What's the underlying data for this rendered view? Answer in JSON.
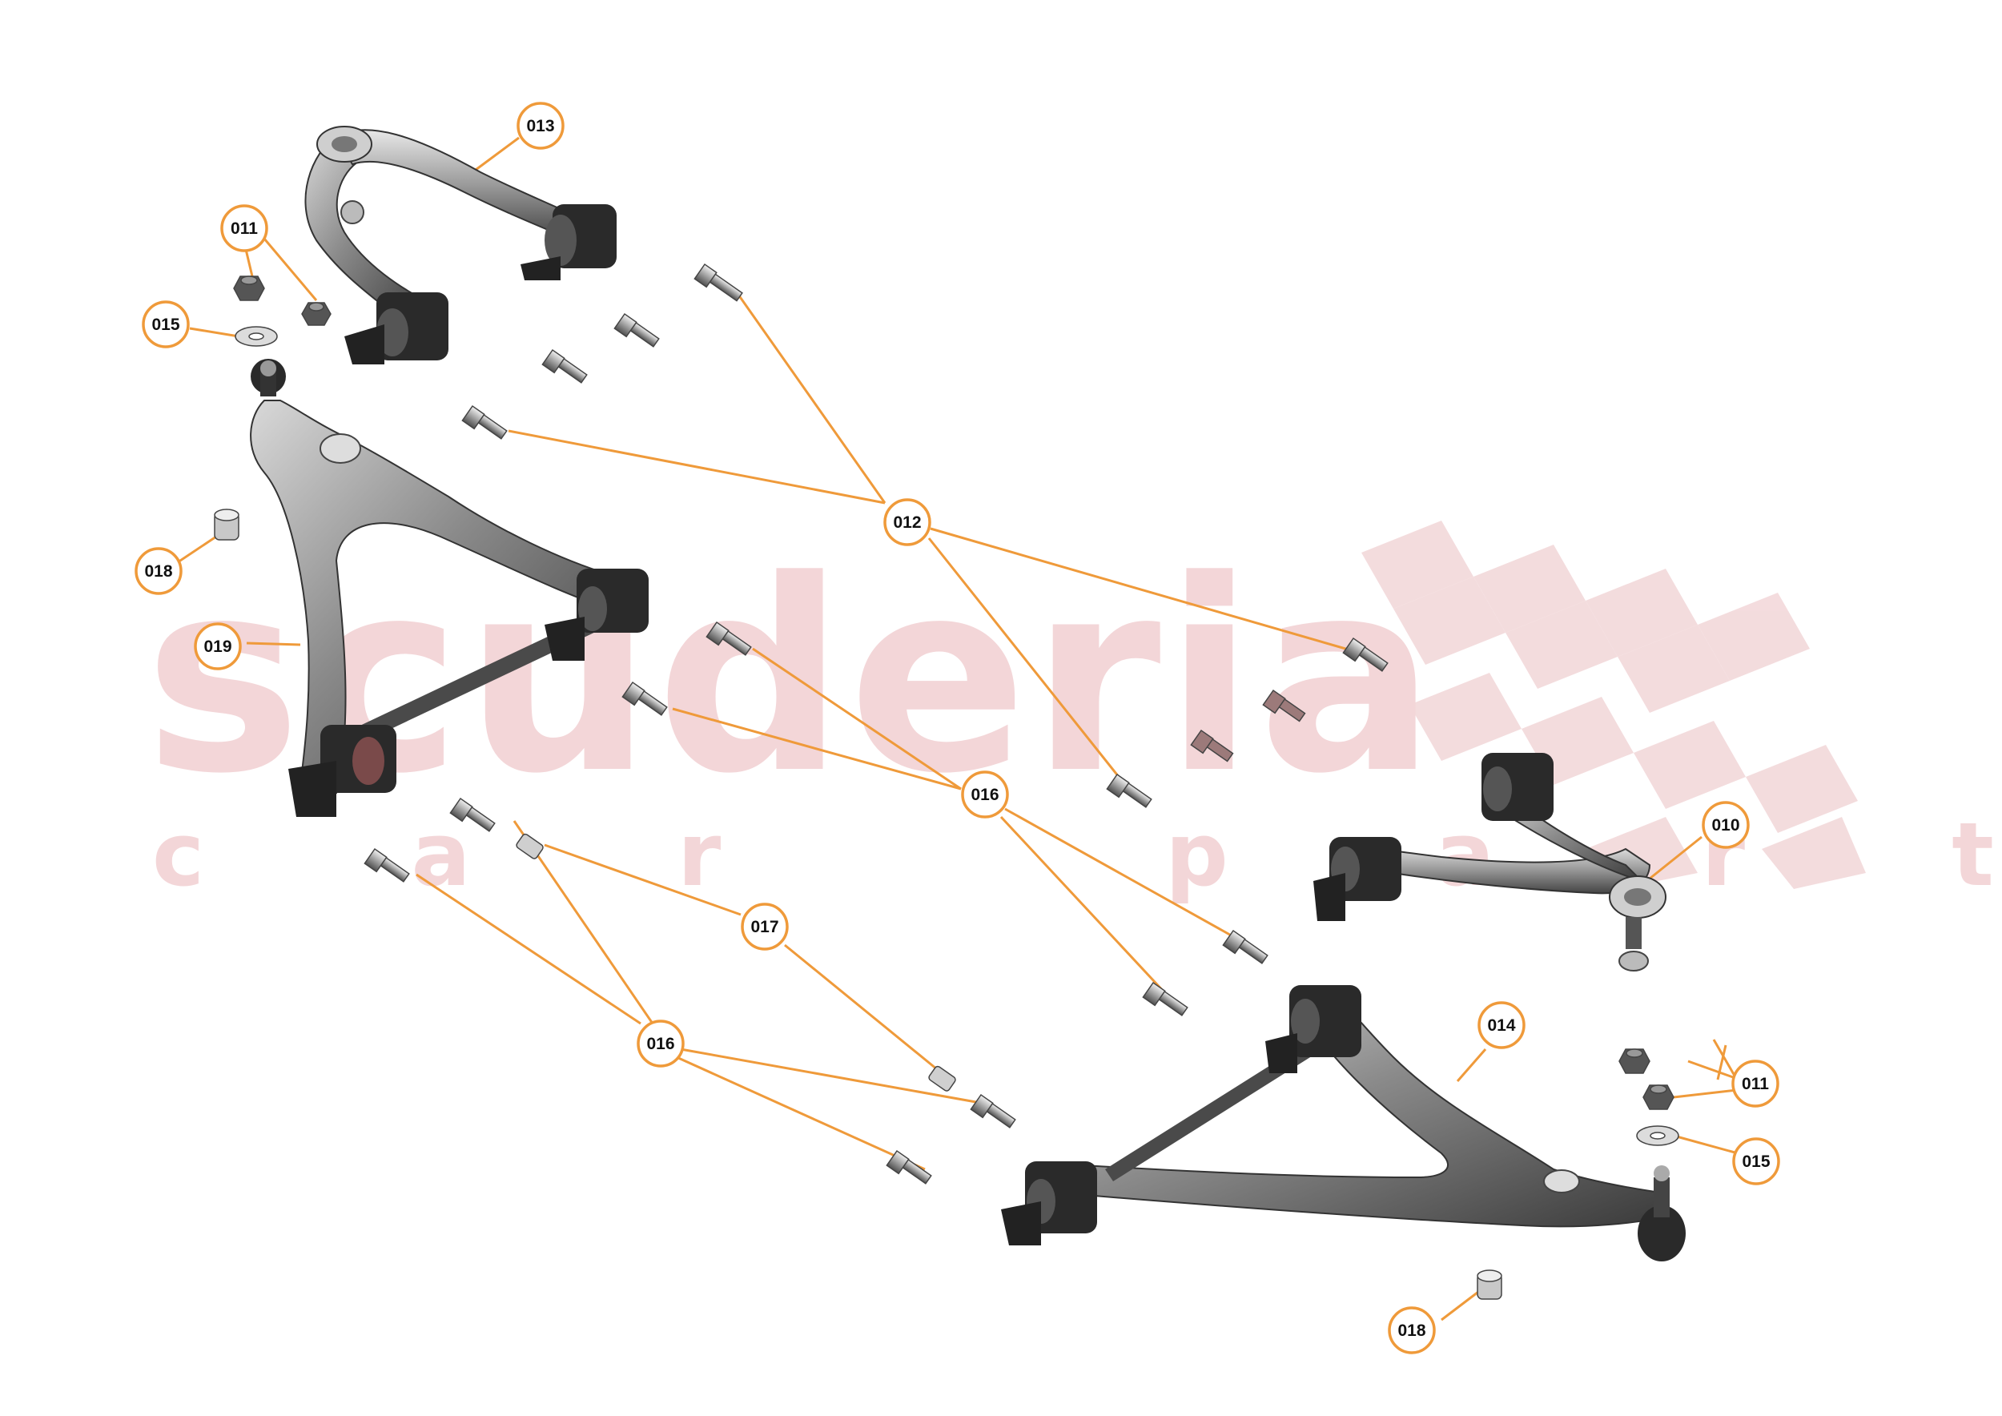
{
  "watermark": {
    "brand": "scuderia",
    "tagline": "c a r   p a r t s",
    "color": "#f2d0d2"
  },
  "callout_color": "#ef9a3a",
  "callouts": {
    "c010": "010",
    "c011a": "011",
    "c011b": "011",
    "c012": "012",
    "c013": "013",
    "c014": "014",
    "c015a": "015",
    "c015b": "015",
    "c016a": "016",
    "c016b": "016",
    "c017": "017",
    "c018a": "018",
    "c018b": "018",
    "c019": "019"
  },
  "parts": {
    "p010": "upper-control-arm-right",
    "p013": "upper-control-arm-left",
    "p014": "lower-control-arm-right",
    "p019": "lower-control-arm-left",
    "p011": "nut",
    "p012": "bolt",
    "p015": "washer",
    "p016": "bolt",
    "p017": "spacer",
    "p018": "bushing"
  }
}
